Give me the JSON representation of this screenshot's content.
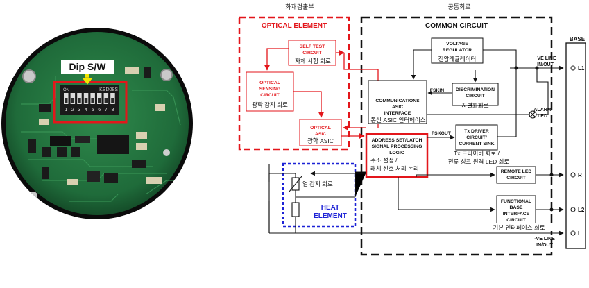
{
  "photo": {
    "dip_label": "Dip S/W",
    "dip_numbers": [
      "1",
      "2",
      "3",
      "4",
      "5",
      "6",
      "7",
      "8"
    ],
    "dip_chip_text": "KSD08S",
    "dip_on_text": "ON"
  },
  "sections": {
    "fire_detector_ko": "화재검출부",
    "common_ko": "공통회로",
    "optical_title": "OPTICAL ELEMENT",
    "common_title": "COMMON CIRCUIT",
    "base_title": "BASE",
    "heat_title": [
      "HEAT",
      "ELEMENT"
    ]
  },
  "blocks": {
    "self_test": {
      "en": [
        "SELF TEST",
        "CIRCUIT"
      ],
      "ko": "자체 시험 회로"
    },
    "optical_sensing": {
      "en": [
        "OPTICAL",
        "SENSING",
        "CIRCUIT"
      ],
      "ko": "광학 감지 회로"
    },
    "optical_asic": {
      "en": [
        "OPTICAL",
        "ASIC"
      ],
      "ko": "광학 ASIC"
    },
    "voltage_regulator": {
      "en": [
        "VOLTAGE",
        "REGULATOR"
      ],
      "ko": "전압레귤레이터"
    },
    "communications": {
      "en": [
        "COMMUNICATIONS",
        "ASIC",
        "INTERFACE"
      ],
      "ko": "통신 ASIC 인터페이스"
    },
    "discrimination": {
      "en": [
        "DISCRIMINATION",
        "CIRCUIT"
      ],
      "ko": "자별화회로"
    },
    "address_logic": {
      "en": [
        "ADDRESS SET/LATCH",
        "SIGNAL PROCESSING",
        "LOGIC"
      ],
      "ko": [
        "주소 설정 /",
        "래치 신호 처리 논리"
      ]
    },
    "tx_driver": {
      "en": [
        "Tx DRIVER",
        "CIRCUIT/",
        "CURRENT SINK"
      ],
      "ko": [
        "Tx 드라이버 회로 /",
        "전류 싱크  원격 LED 회로"
      ]
    },
    "remote_led": {
      "en": [
        "REMOTE LED",
        "CIRCUIT"
      ]
    },
    "functional_base": {
      "en": [
        "FUNCTIONAL",
        "BASE",
        "INTERFACE",
        "CIRCUIT"
      ],
      "ko": "기본 인터페이스 회로"
    },
    "heat_sensor": {
      "ko": "열 감지 회로"
    }
  },
  "signals": {
    "fskin": "FSKIN",
    "fskout": "FSKOUT",
    "alarm_led": [
      "ALARM",
      "LED"
    ],
    "ve_plus": [
      "+VE LINE",
      "IN/OUT"
    ],
    "ve_minus": [
      "-VE LINE",
      "IN/OUT"
    ]
  },
  "terminals": [
    "L1",
    "R",
    "L2",
    "L"
  ],
  "colors": {
    "red": "#e3161b",
    "blue": "#1d22d6",
    "board_green": "#1f6b3a",
    "black": "#111111"
  }
}
